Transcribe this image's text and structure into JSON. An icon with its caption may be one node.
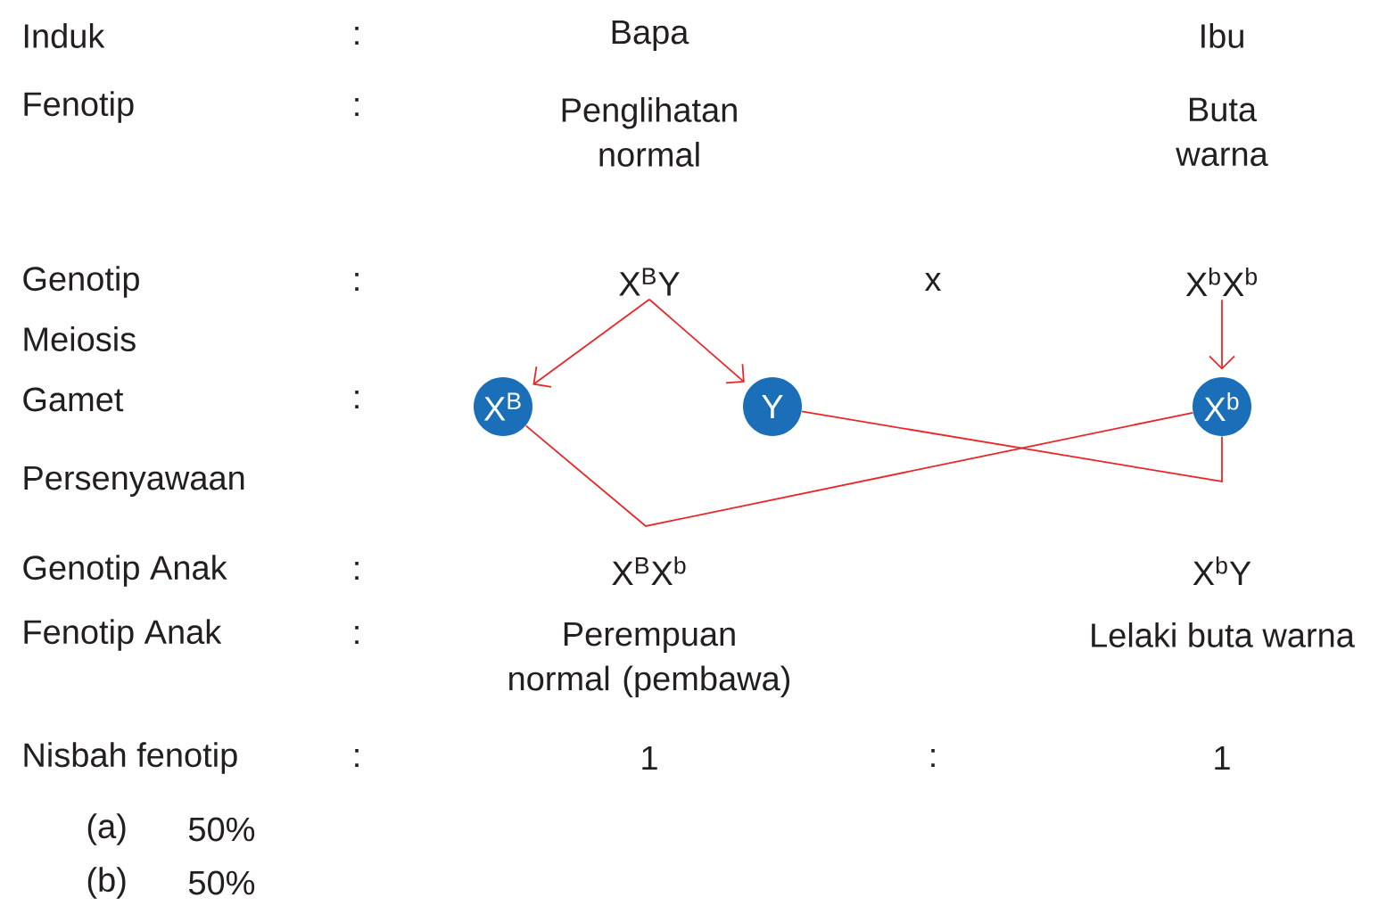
{
  "diagram": {
    "nodes": [
      {
        "text": [
          "X$^{B}$Y"
        ]
      },
      {
        "text": [
          "X$^{b}$X$^{b}$"
        ]
      },
      {
        "text": [
          "X$^{B}$"
        ]
      },
      {
        "text": [
          "Y"
        ]
      },
      {
        "text": [
          "X$^{b}$"
        ]
      }
    ],
    "edges": [
      {
        "from": 0,
        "to": 2,
        "arrow": "to"
      },
      {
        "from": 0,
        "to": 3,
        "arrow": "to"
      },
      {
        "from": 1,
        "to": 4,
        "arrow": "to"
      },
      {
        "from": 2,
        "to": 4,
        "arrow": "none"
      },
      {
        "from": 3,
        "to": 4,
        "arrow": "none"
      }
    ],
    "labels": [
      "Induk",
      ":",
      "Bapa",
      "Ibu",
      "Fenotip",
      ":",
      "Penglihatan normal",
      "Buta warna",
      "Genotip",
      ":",
      "x",
      "Meiosis",
      "Gamet",
      ":",
      "Persenyawaan",
      "Genotip Anak",
      ":",
      "X$^{B}$X$^{b}$",
      "X$^{b}$Y",
      "Fenotip Anak",
      ":",
      "Perempuan normal (pembawa)",
      "Lelaki buta warna",
      "Nisbah fenotip",
      ":",
      "1",
      ":",
      "1",
      "(a)",
      "50%",
      "(b)",
      "50%"
    ]
  }
}
